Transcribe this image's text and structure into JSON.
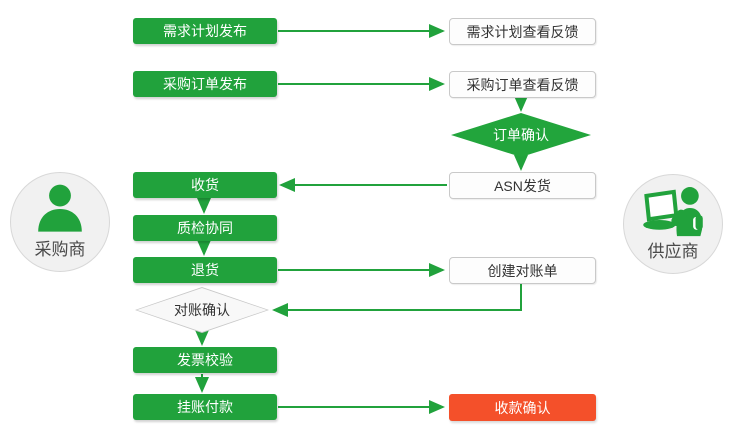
{
  "palette": {
    "green": "#21a23c",
    "red": "#f4502a",
    "box_border_gray": "#c9c9c9",
    "diamond_light_fill": "#f8f8f8",
    "circle_fill": "#f1f1f1"
  },
  "actors": {
    "buyer": {
      "label": "采购商",
      "icon": "person-icon"
    },
    "supplier": {
      "label": "供应商",
      "icon": "person-with-laptop-icon"
    }
  },
  "nodes": {
    "demand_plan_publish": {
      "label": "需求计划发布",
      "style": "green-box"
    },
    "demand_plan_feedback": {
      "label": "需求计划查看反馈",
      "style": "white-box"
    },
    "po_publish": {
      "label": "采购订单发布",
      "style": "green-box"
    },
    "po_feedback": {
      "label": "采购订单查看反馈",
      "style": "white-box"
    },
    "order_confirm": {
      "label": "订单确认",
      "style": "green-diamond"
    },
    "asn_ship": {
      "label": "ASN发货",
      "style": "white-box"
    },
    "receive": {
      "label": "收货",
      "style": "green-box"
    },
    "quality_check": {
      "label": "质检协同",
      "style": "green-box"
    },
    "return_goods": {
      "label": "退货",
      "style": "green-box"
    },
    "create_statement": {
      "label": "创建对账单",
      "style": "white-box"
    },
    "statement_confirm": {
      "label": "对账确认",
      "style": "light-diamond"
    },
    "invoice_verify": {
      "label": "发票校验",
      "style": "green-box"
    },
    "payment_on_account": {
      "label": "挂账付款",
      "style": "green-box"
    },
    "receipt_confirm": {
      "label": "收款确认",
      "style": "red-box"
    }
  },
  "edges": [
    {
      "from": "demand_plan_publish",
      "to": "demand_plan_feedback"
    },
    {
      "from": "po_publish",
      "to": "po_feedback"
    },
    {
      "from": "po_feedback",
      "to": "order_confirm"
    },
    {
      "from": "order_confirm",
      "to": "asn_ship"
    },
    {
      "from": "asn_ship",
      "to": "receive"
    },
    {
      "from": "receive",
      "to": "quality_check"
    },
    {
      "from": "quality_check",
      "to": "return_goods"
    },
    {
      "from": "return_goods",
      "to": "create_statement"
    },
    {
      "from": "create_statement",
      "to": "statement_confirm"
    },
    {
      "from": "statement_confirm",
      "to": "invoice_verify"
    },
    {
      "from": "invoice_verify",
      "to": "payment_on_account"
    },
    {
      "from": "payment_on_account",
      "to": "receipt_confirm"
    }
  ]
}
